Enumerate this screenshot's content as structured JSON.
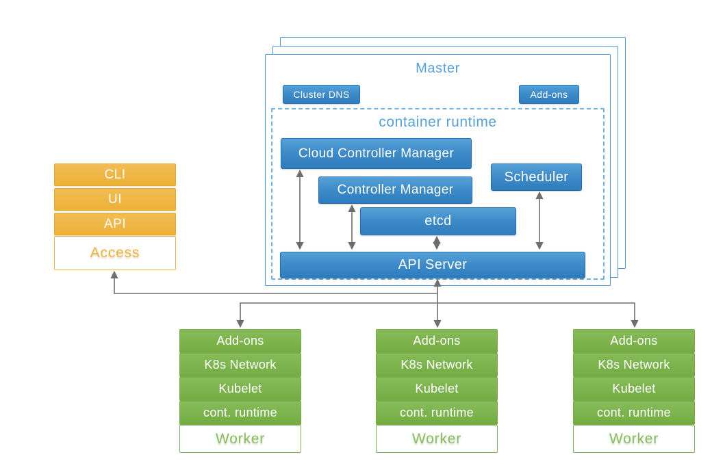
{
  "colors": {
    "blue_box": "#3f8cca",
    "blue_outline": "#4e94cf",
    "blue_title": "#56a1d9",
    "green_box": "#7ab34d",
    "orange_box": "#efb440",
    "arrow_gray": "#6e6e6e"
  },
  "master": {
    "title": "Master",
    "badges": {
      "cluster_dns": "Cluster DNS",
      "addons": "Add-ons"
    },
    "container_runtime": {
      "title": "container runtime",
      "cloud_controller_manager": "Cloud Controller Manager",
      "controller_manager": "Controller Manager",
      "etcd": "etcd",
      "scheduler": "Scheduler",
      "api_server": "API Server"
    }
  },
  "access_stack": {
    "items": [
      "CLI",
      "UI",
      "API"
    ],
    "title": "Access"
  },
  "workers": [
    {
      "rows": [
        "Add-ons",
        "K8s Network",
        "Kubelet",
        "cont. runtime"
      ],
      "title": "Worker"
    },
    {
      "rows": [
        "Add-ons",
        "K8s Network",
        "Kubelet",
        "cont. runtime"
      ],
      "title": "Worker"
    },
    {
      "rows": [
        "Add-ons",
        "K8s Network",
        "Kubelet",
        "cont. runtime"
      ],
      "title": "Worker"
    }
  ]
}
